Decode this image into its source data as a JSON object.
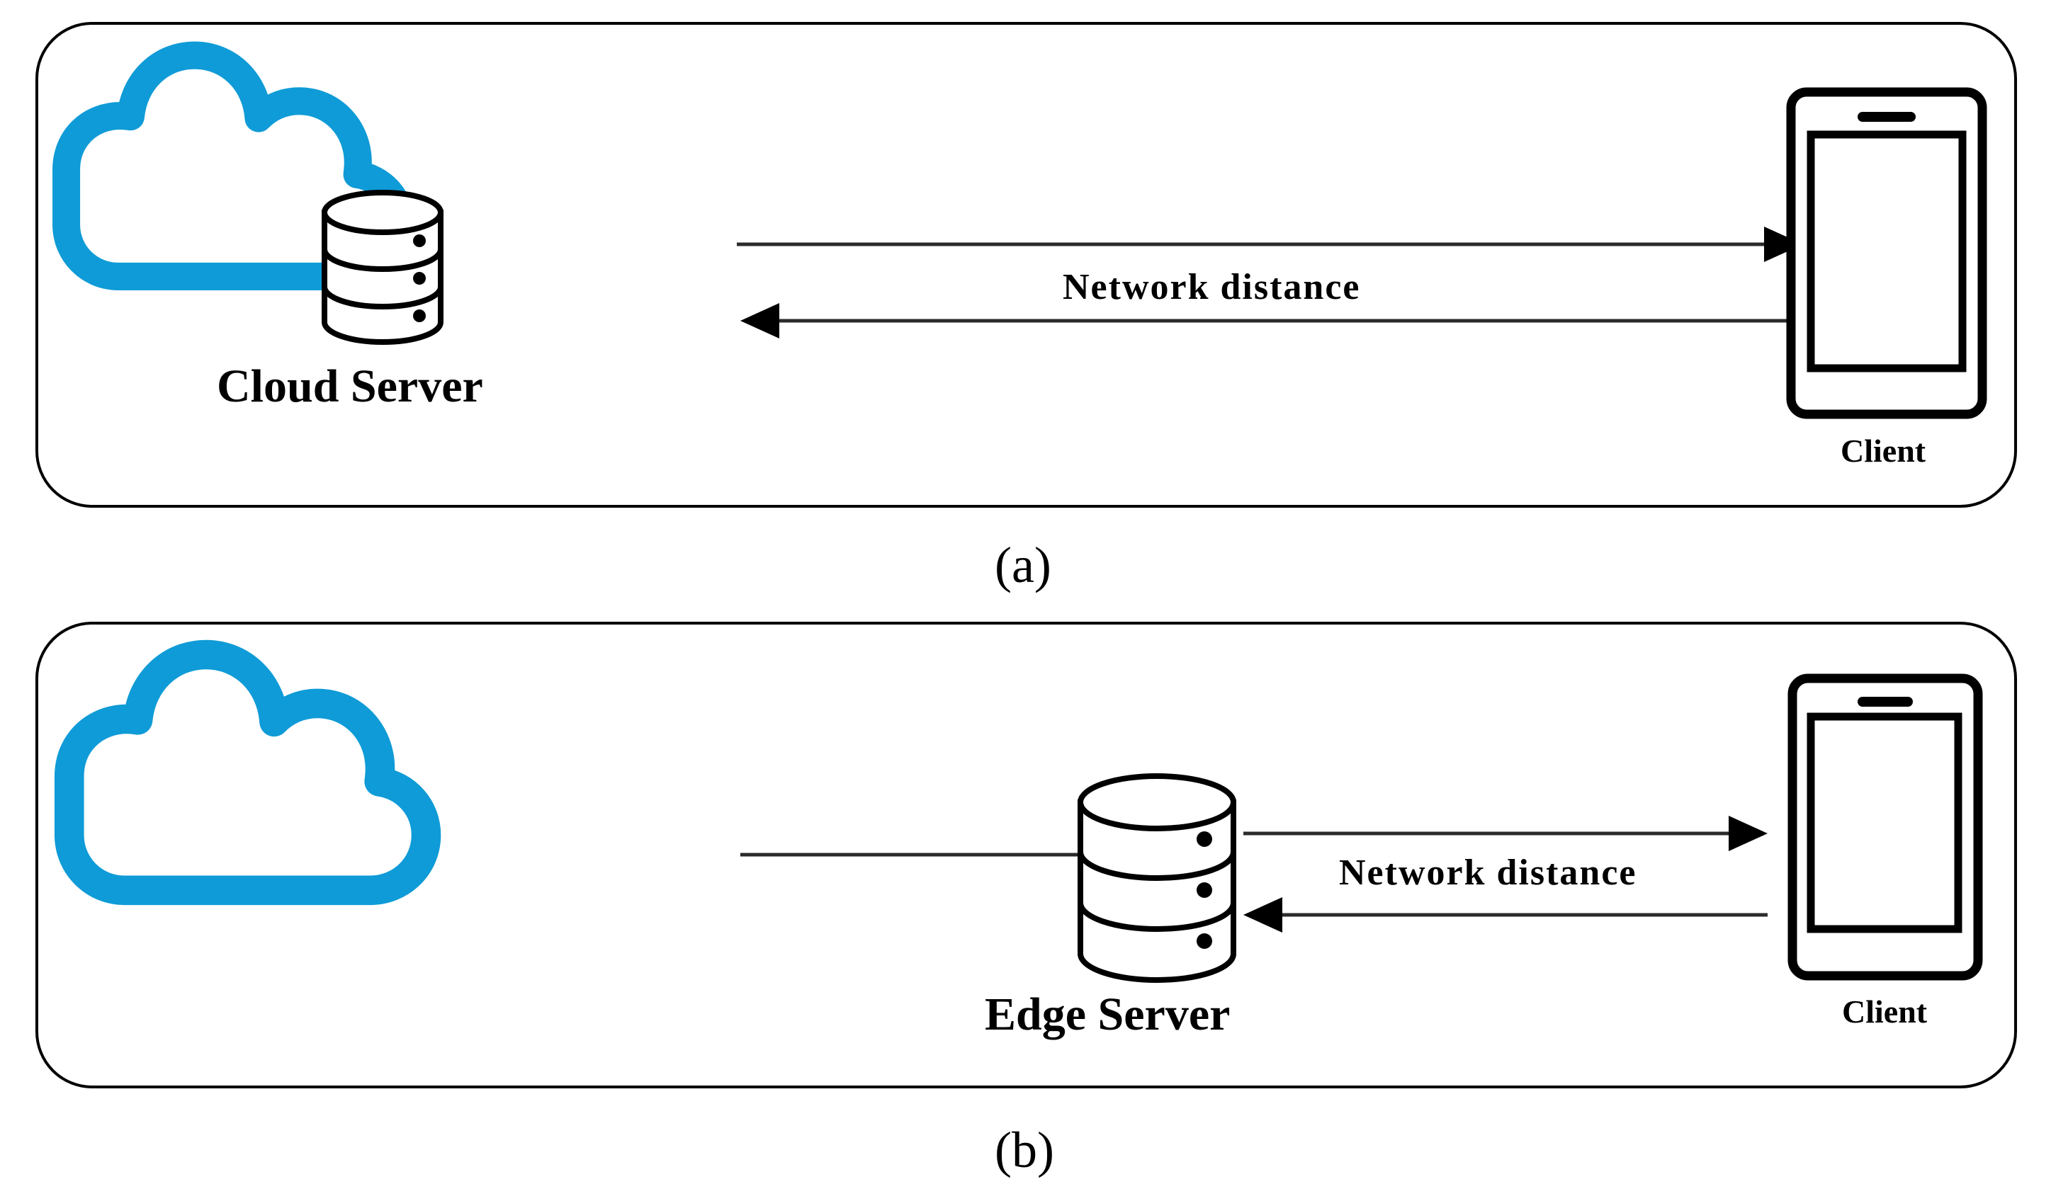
{
  "figure": {
    "caption_a": "(a)",
    "caption_b": "(b)",
    "accent_color": "#0f9bd7",
    "line_color": "#2b2b2b",
    "stroke_color": "#000000",
    "background": "#ffffff"
  },
  "panel_a": {
    "name": "cloud-computing-architecture",
    "caption": "(a)",
    "cloud": {
      "icon": "cloud-icon",
      "label": "Cloud Server",
      "inner_icon": "database-cylinder-icon"
    },
    "link": {
      "label": "Network distance",
      "outbound_arrow": "arrow-right-icon",
      "inbound_arrow": "arrow-left-icon"
    },
    "client": {
      "icon": "smartphone-icon",
      "label": "Client"
    }
  },
  "panel_b": {
    "name": "edge-computing-architecture",
    "caption": "(b)",
    "cloud": {
      "icon": "cloud-icon",
      "label": ""
    },
    "edge": {
      "icon": "database-cylinder-icon",
      "label": "Edge Server"
    },
    "link": {
      "label": "Network distance",
      "outbound_arrow": "arrow-right-icon",
      "inbound_arrow": "arrow-left-icon",
      "backhaul": "plain-line"
    },
    "client": {
      "icon": "smartphone-icon",
      "label": "Client"
    }
  }
}
